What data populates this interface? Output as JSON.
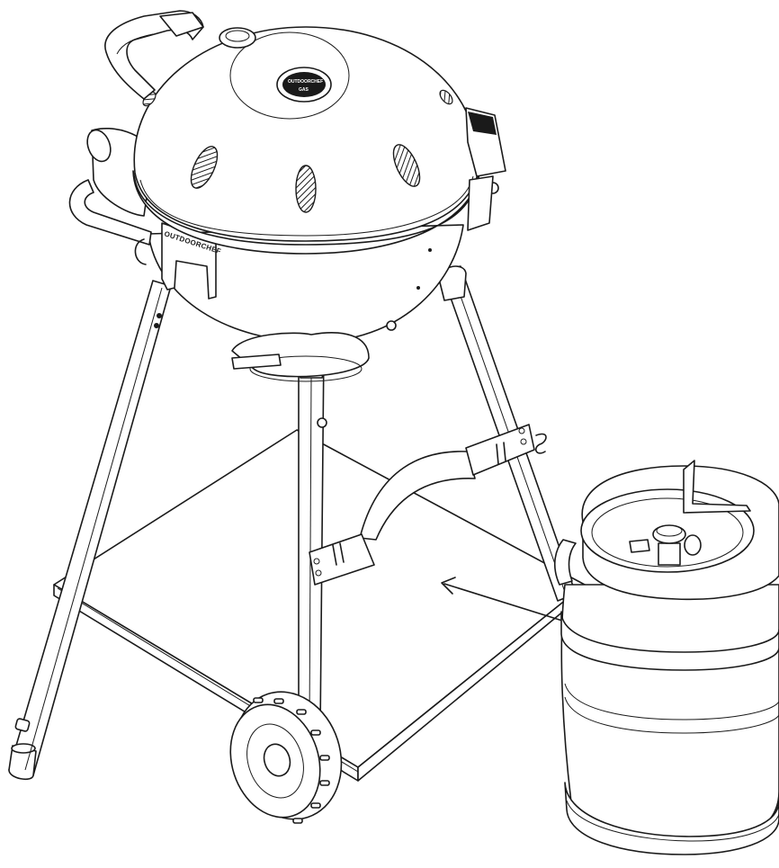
{
  "figure": {
    "brand_label_side": "OUTDOORCHEF",
    "brand_label_lid_top": "OUTDOORCHEF",
    "brand_label_lid_bottom": "GAS",
    "colors": {
      "line": "#1a1a1a",
      "background": "#ffffff",
      "hatch": "#1a1a1a"
    }
  },
  "components": {
    "lid": "grill-lid",
    "thermometer": "lid-thermometer",
    "handle": "lid-handle",
    "side_handle": "side-handle",
    "bowl": "grill-bowl",
    "legs": "tripod-legs",
    "shelf": "bottom-shelf",
    "wheel": "wheel",
    "strap": "gas-bottle-strap",
    "gas_bottle": "gas-bottle",
    "arrow": "insert-direction-arrow"
  }
}
